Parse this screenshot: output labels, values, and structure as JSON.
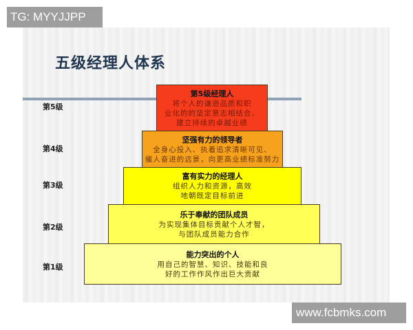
{
  "watermark_top": "TG: MYYJJPP",
  "watermark_bottom": "www.fcbmks.com",
  "title": "五级经理人体系",
  "levels": [
    {
      "label": "第5级",
      "heading": "第5级经理人",
      "lines": [
        "将个人的谦逊品质和职",
        "业化的的坚定意志相结合、",
        "建立持续的卓越业绩"
      ],
      "color": "#f63c1c"
    },
    {
      "label": "第4级",
      "heading": "坚强有力的领导者",
      "lines": [
        "全身心投入、执着追求清晰可见、",
        "催人奋进的远景，向更高业绩标准努力"
      ],
      "color": "#f7a21c"
    },
    {
      "label": "第3级",
      "heading": "富有实力的经理人",
      "lines": [
        "组织人力和资源，高效",
        "地朝既定目标前进"
      ],
      "color": "#ffff00"
    },
    {
      "label": "第2级",
      "heading": "乐于奉献的团队成员",
      "lines": [
        "为实现集体目标贡献个人才智，",
        "与团队成员能力合作"
      ],
      "color": "#ffff55"
    },
    {
      "label": "第1级",
      "heading": "能力突出的个人",
      "lines": [
        "用自己的智慧、知识、技能和良",
        "好的工作作风作出巨大贡献"
      ],
      "color": "#ffff99"
    }
  ]
}
